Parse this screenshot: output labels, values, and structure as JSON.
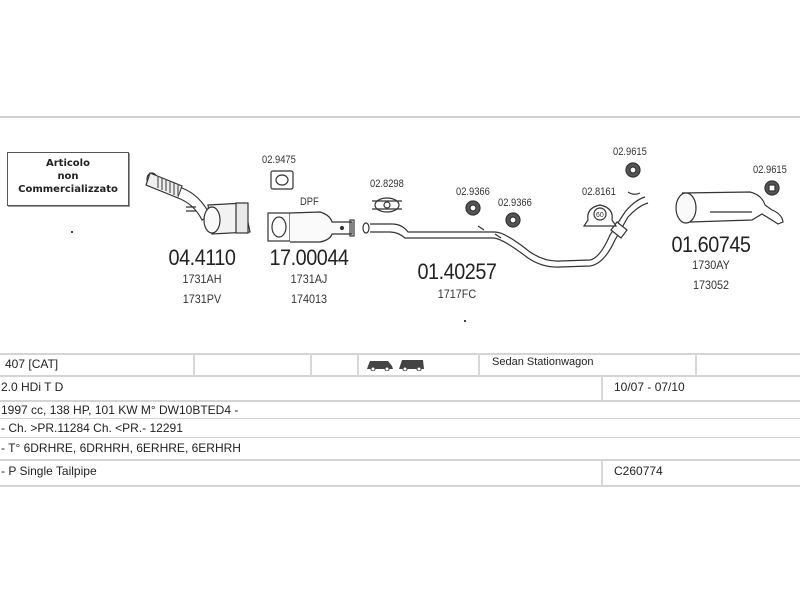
{
  "notice": {
    "lines": [
      "Articolo",
      "non",
      "Commercializzato"
    ]
  },
  "parts": [
    {
      "part_number": "04.4110",
      "refs": [
        "1731AH",
        "1731PV"
      ],
      "type": "catalytic-converter"
    },
    {
      "part_number": "17.00044",
      "refs": [
        "1731AJ",
        "174013"
      ],
      "type": "dpf",
      "label": "DPF"
    },
    {
      "part_number": "01.40257",
      "refs": [
        "1717FC"
      ],
      "type": "middle-pipe"
    },
    {
      "part_number": "01.60745",
      "refs": [
        "1730AY",
        "173052"
      ],
      "type": "rear-silencer"
    }
  ],
  "accessories": [
    {
      "code": "02.9475",
      "type": "gasket"
    },
    {
      "code": "02.8298",
      "type": "clamp"
    },
    {
      "code": "02.9366",
      "type": "rubber-mount"
    },
    {
      "code": "02.9366",
      "type": "rubber-mount"
    },
    {
      "code": "02.8161",
      "type": "clamp"
    },
    {
      "code": "02.9615",
      "type": "rubber-mount"
    },
    {
      "code": "02.9615",
      "type": "rubber-mount"
    }
  ],
  "table": {
    "model": "407  [CAT]",
    "body_types": "Sedan  Stationwagon",
    "engine": "2.0 HDi T D",
    "period": "10/07 - 07/10",
    "specs": "1997 cc, 138 HP, 101 KW  M° DW10BTED4 -",
    "chassis": "- Ch. >PR.11284  Ch. <PR.- 12291",
    "types": "- T° 6DRHRE, 6DRHRH, 6ERHRE, 6ERHRH",
    "tailpipe": "- P Single Tailpipe",
    "code": "C260774"
  }
}
